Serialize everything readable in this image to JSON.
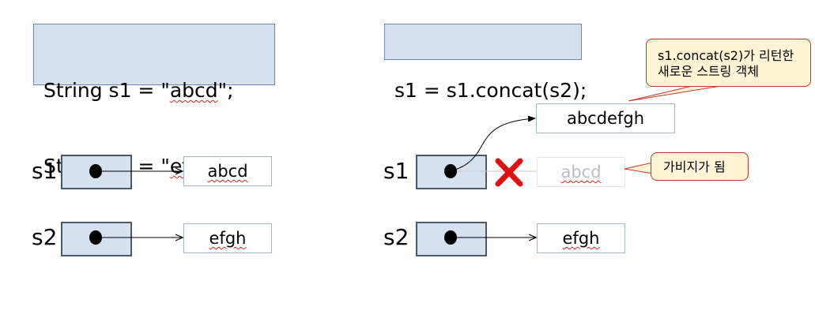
{
  "left": {
    "code_line1_pre": "String s1 = \"",
    "code_line1_word": "abcd",
    "code_line1_post": "\";",
    "code_line2_pre": "String s2 = \"",
    "code_line2_word": "efgh",
    "code_line2_post": "\";",
    "s1_label": "s1",
    "s2_label": "s2",
    "s1_value": "abcd",
    "s2_value": "efgh"
  },
  "right": {
    "code": "s1 = s1.concat(s2);",
    "new_value": "abcdefgh",
    "s1_label": "s1",
    "s2_label": "s2",
    "old_s1_value": "abcd",
    "s2_value": "efgh",
    "callout_new_line1": "s1.concat(s2)가 리턴한",
    "callout_new_line2": "새로운 스트링 객체",
    "callout_garbage": "가비지가 됨"
  },
  "colors": {
    "box_fill": "#d5e1ee",
    "callout_fill": "#fff3d6",
    "callout_border": "#c0392b",
    "cross": "#e01010",
    "faded_text": "#b9bec4"
  }
}
